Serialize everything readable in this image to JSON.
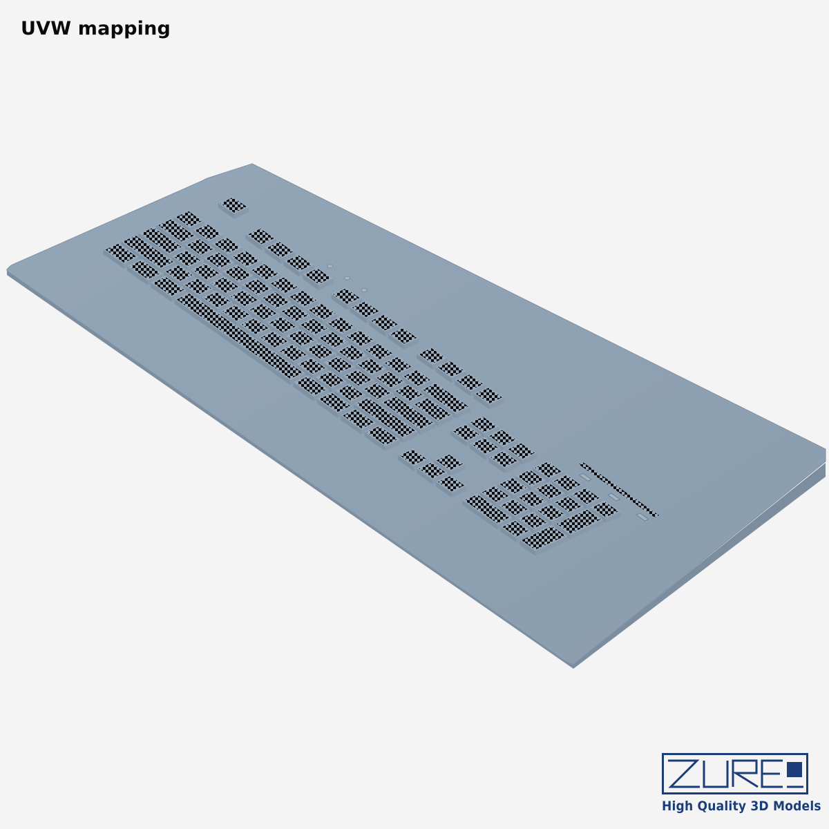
{
  "title": "UVW mapping",
  "logo": {
    "brand": "ZUREL",
    "tagline": "High Quality 3D Models",
    "color": "#1c3d7a"
  },
  "colors": {
    "background": "#f4f4f4",
    "keyboard_body": "#8fa2b3",
    "keyboard_edge": "#7d8fa0",
    "key_cap": "#98aabb",
    "checker_dark": "#0c0c0c"
  },
  "scene": {
    "object": "keyboard-3d-model",
    "texture": "checker-uvw-pattern",
    "sections": [
      "escape-key",
      "function-keys",
      "main-alphanumeric-block",
      "navigation-cluster",
      "arrow-keys",
      "numeric-keypad",
      "indicator-strip"
    ]
  }
}
